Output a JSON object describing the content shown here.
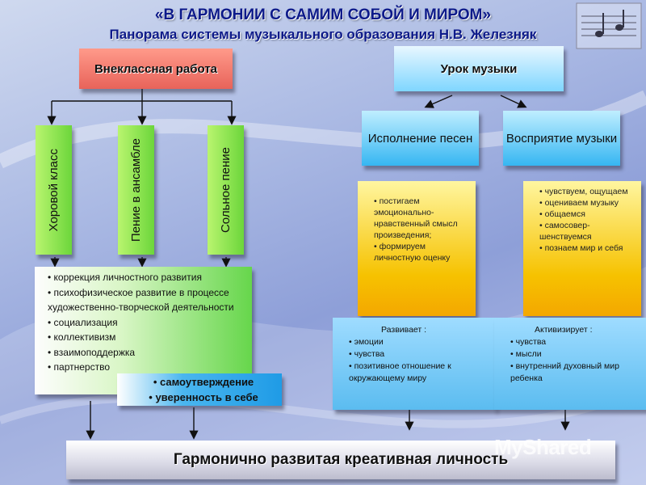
{
  "title": "«В ГАРМОНИИ С САМИМ СОБОЙ И МИРОМ»",
  "subtitle": "Панорама системы музыкального образования Н.В. Железняк",
  "extracurricular": {
    "label": "Внеклассная работа",
    "bars": [
      "Хоровой класс",
      "Пение в ансамбле",
      "Сольное пение"
    ],
    "outcomes": [
      "коррекция личностного развития",
      "психофизическое развитие в процессе художественно-творческой деятельности",
      "социализация",
      "коллективизм",
      "взаимоподдержка",
      "партнерство"
    ],
    "extra": [
      "самоутверждение",
      "уверенность в себе"
    ]
  },
  "lesson": {
    "label": "Урок музыки",
    "performance": {
      "label": "Исполнение песен",
      "items": [
        "постигаем эмоционально-нравственный смысл произведения;",
        "формируем личностную оценку"
      ],
      "develops_title": "Развивает :",
      "develops": [
        "эмоции",
        "чувства",
        "позитивное отношение к окружающему миру"
      ]
    },
    "perception": {
      "label": "Восприятие музыки",
      "items": [
        "чувствуем, ощущаем",
        "оцениваем музыку",
        "общаемся",
        "самосовер-шенствуемся",
        "познаем мир и себя"
      ],
      "activates_title": "Активизирует :",
      "activates": [
        "чувства",
        "мысли",
        "внутренний духовный мир ребенка"
      ]
    }
  },
  "result": "Гармонично развитая креативная личность",
  "watermark": "MyShared",
  "colors": {
    "title": "#0d1a8a",
    "green": "#6cd63b",
    "yellow": "#f6c200",
    "blue": "#36b6f2",
    "red": "#e8635a"
  }
}
